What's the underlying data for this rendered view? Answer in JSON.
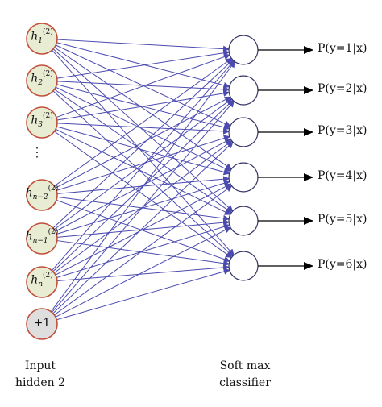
{
  "inputs": [
    {
      "label": "h",
      "sub": "1",
      "sup": "(2)"
    },
    {
      "label": "h",
      "sub": "2",
      "sup": "(2)"
    },
    {
      "label": "h",
      "sub": "3",
      "sup": "(2)"
    },
    {
      "label": "h",
      "sub": "n−2",
      "sup": "(2)"
    },
    {
      "label": "h",
      "sub": "n−1",
      "sup": "(2)"
    },
    {
      "label": "h",
      "sub": "n",
      "sup": "(2)"
    }
  ],
  "bias_label": "+1",
  "ellipsis": "⋮",
  "outputs": [
    "P(y=1|x)",
    "P(y=2|x)",
    "P(y=3|x)",
    "P(y=4|x)",
    "P(y=5|x)",
    "P(y=6|x)"
  ],
  "captions": {
    "input_line1": "Input",
    "input_line2": "hidden 2",
    "softmax_line1": "Soft max",
    "softmax_line2": "classifier"
  },
  "colors": {
    "edge": "#4a4ab0",
    "input_fill": "#e8ecd2",
    "input_stroke": "#c0503a",
    "bias_fill": "#dedede",
    "bias_stroke": "#c0503a",
    "output_stroke": "#333366"
  }
}
